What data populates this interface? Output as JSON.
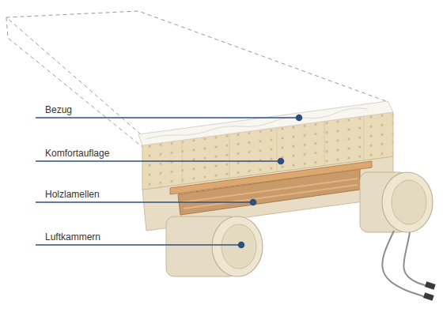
{
  "diagram": {
    "labels": [
      "Bezug",
      "Komfortauflage",
      "Holzlamellen",
      "Luftkammern"
    ]
  }
}
